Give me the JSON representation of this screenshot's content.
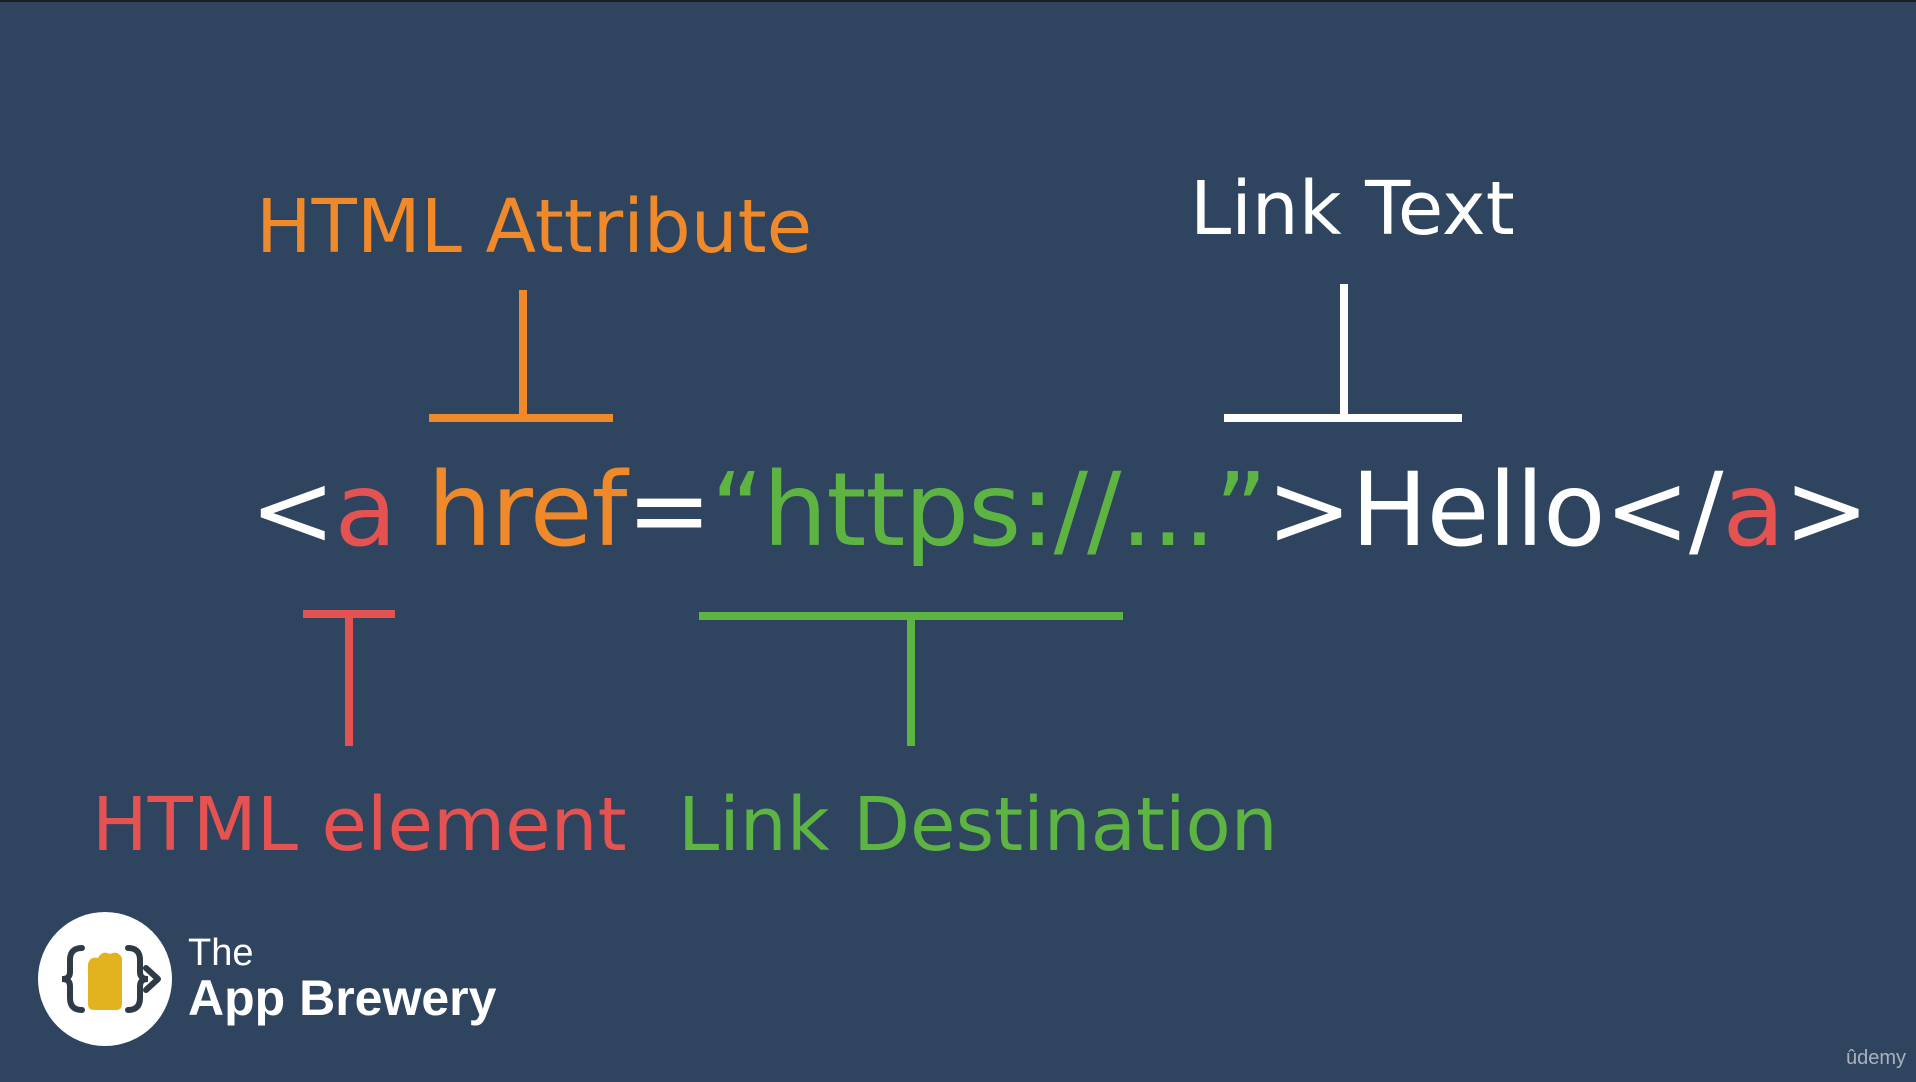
{
  "colors": {
    "background": "#2f445e",
    "attribute": "#f0892a",
    "element": "#e55252",
    "destination": "#5db443",
    "text": "#ffffff"
  },
  "labels": {
    "attribute": "HTML Attribute",
    "link_text": "Link Text",
    "element": "HTML element",
    "destination": "Link Destination"
  },
  "code": {
    "open_lt": "<",
    "tag": "a",
    "space": " ",
    "attr": "href",
    "equals": "=",
    "open_quote": "“",
    "url": "https://...",
    "close_quote": "”",
    "open_gt": ">",
    "link_text": "Hello",
    "close_lt": "</",
    "close_tag": "a",
    "close_gt": ">"
  },
  "logo": {
    "line1": "The",
    "line2": "App Brewery",
    "icon": "beer-mug-braces-icon"
  },
  "watermark": "ûdemy"
}
